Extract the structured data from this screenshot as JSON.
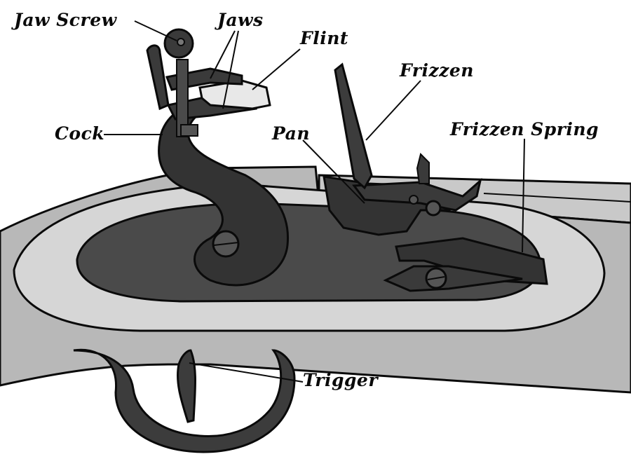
{
  "labels": {
    "jaw_screw": "Jaw Screw",
    "jaws": "Jaws",
    "flint": "Flint",
    "frizzen": "Frizzen",
    "cock": "Cock",
    "pan": "Pan",
    "frizzen_spring": "Frizzen Spring",
    "trigger": "Trigger"
  },
  "colors": {
    "background": "#ffffff",
    "stock": "#b8b8b8",
    "lock_plate_border": "#d6d6d6",
    "lock_plate": "#4a4a4a",
    "iron": "#333333",
    "flint": "#e8e8e8",
    "outline": "#0a0a0a"
  }
}
